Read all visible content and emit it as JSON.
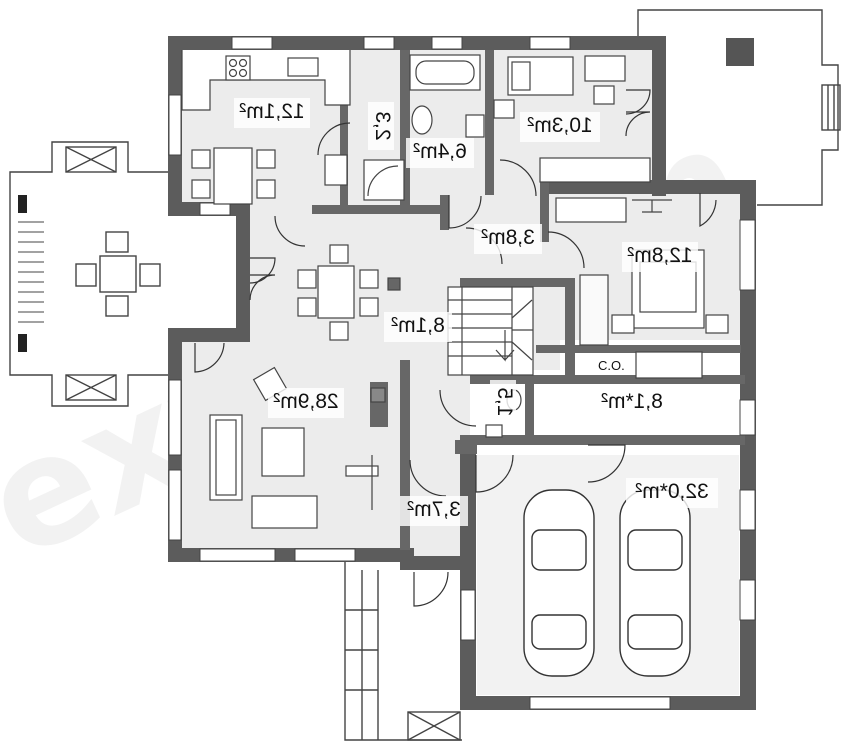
{
  "plan": {
    "watermark": "extradom",
    "boiler_label": "C.O.",
    "rooms": [
      {
        "id": "kitchen",
        "area": "12,1m²"
      },
      {
        "id": "pantry",
        "area": "2,3"
      },
      {
        "id": "bathroom",
        "area": "6,4m²"
      },
      {
        "id": "bedroom-ne",
        "area": "10,3m²"
      },
      {
        "id": "hall-upper",
        "area": "3,8m²"
      },
      {
        "id": "bedroom-e",
        "area": "12,8m²"
      },
      {
        "id": "hall-main",
        "area": "8,1m²"
      },
      {
        "id": "living",
        "area": "28,9m²"
      },
      {
        "id": "wc",
        "area": "1,5"
      },
      {
        "id": "boiler",
        "area": "8,1*m²"
      },
      {
        "id": "vestibule",
        "area": "3,7m²"
      },
      {
        "id": "garage",
        "area": "32,0*m²"
      }
    ]
  }
}
